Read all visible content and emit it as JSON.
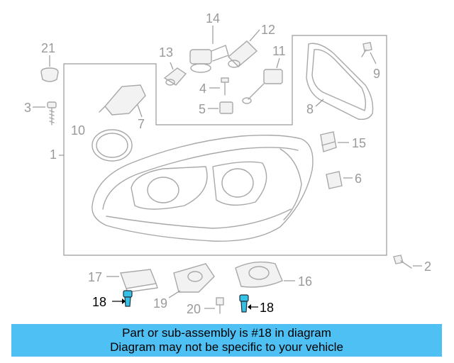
{
  "diagram": {
    "callouts": [
      {
        "id": "c1",
        "label": "1"
      },
      {
        "id": "c2",
        "label": "2"
      },
      {
        "id": "c3",
        "label": "3"
      },
      {
        "id": "c4",
        "label": "4"
      },
      {
        "id": "c5",
        "label": "5"
      },
      {
        "id": "c6",
        "label": "6"
      },
      {
        "id": "c7",
        "label": "7"
      },
      {
        "id": "c8",
        "label": "8"
      },
      {
        "id": "c9",
        "label": "9"
      },
      {
        "id": "c10",
        "label": "10"
      },
      {
        "id": "c11",
        "label": "11"
      },
      {
        "id": "c12",
        "label": "12"
      },
      {
        "id": "c13",
        "label": "13"
      },
      {
        "id": "c14",
        "label": "14"
      },
      {
        "id": "c15",
        "label": "15"
      },
      {
        "id": "c16",
        "label": "16"
      },
      {
        "id": "c17",
        "label": "17"
      },
      {
        "id": "c18a",
        "label": "18"
      },
      {
        "id": "c18b",
        "label": "18"
      },
      {
        "id": "c19",
        "label": "19"
      },
      {
        "id": "c20",
        "label": "20"
      },
      {
        "id": "c21",
        "label": "21"
      }
    ],
    "highlight_color": "#35c0e8"
  },
  "banner": {
    "line1": "Part or sub-assembly is #18 in diagram",
    "line2": "Diagram may not be specific to your vehicle",
    "background": "#4ec0f4"
  }
}
